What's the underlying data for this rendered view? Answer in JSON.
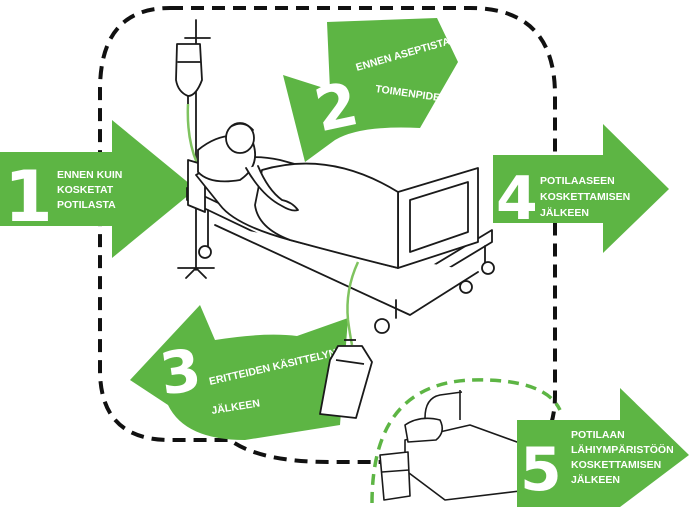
{
  "colors": {
    "accent_green": "#5db544",
    "light_green": "#7fc35f",
    "outline": "#1a1a1a",
    "dash": "#111111"
  },
  "steps": [
    {
      "number": "1",
      "lines": [
        "ENNEN KUIN",
        "KOSKETAT",
        "POTILASTA"
      ]
    },
    {
      "number": "2",
      "lines": [
        "ENNEN ASEPTISTA",
        "TOIMENPIDETTÄ"
      ]
    },
    {
      "number": "3",
      "lines": [
        "ERITTEIDEN KÄSITTELYN",
        "JÄLKEEN"
      ]
    },
    {
      "number": "4",
      "lines": [
        "POTILAASEEN",
        "KOSKETTAMISEN",
        "JÄLKEEN"
      ]
    },
    {
      "number": "5",
      "lines": [
        "POTILAAN",
        "LÄHIYMPÄRISTÖÖN",
        "KOSKETTAMISEN",
        "JÄLKEEN"
      ]
    }
  ],
  "icons": {
    "patient_bed": "hospital-bed-with-patient-illustration",
    "iv_drip": "iv-drip-stand",
    "drain_bag": "drainage-bag",
    "surroundings": "patient-surroundings-bed-and-cabinet"
  }
}
